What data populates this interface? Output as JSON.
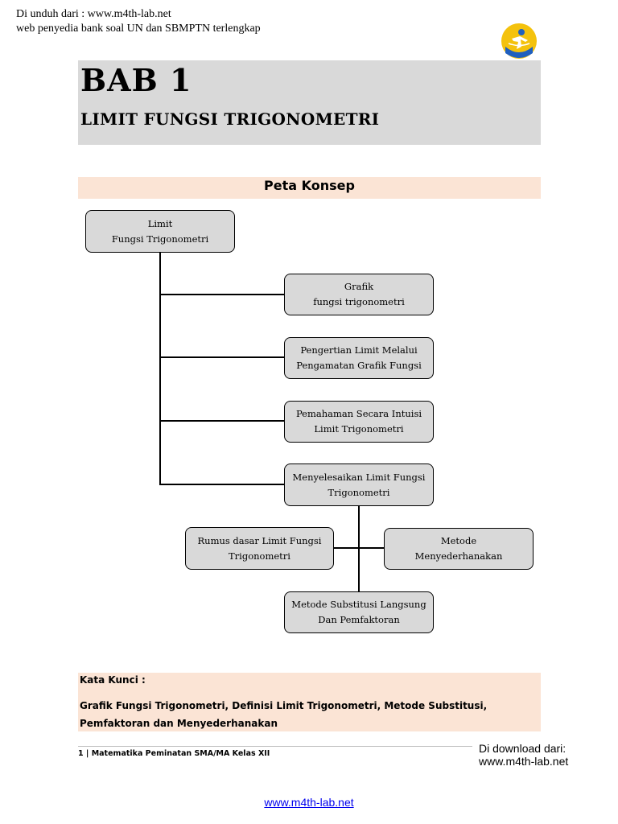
{
  "header": {
    "line1": "Di unduh dari : www.m4th-lab.net",
    "line2": "web penyedia bank soal UN dan SBMPTN terlengkap"
  },
  "logo": {
    "icon": "education-emblem-icon"
  },
  "chapter": {
    "number": "BAB 1",
    "title": "LIMIT FUNGSI TRIGONOMETRI"
  },
  "concept_map": {
    "heading": "Peta Konsep",
    "nodes": {
      "root": [
        "Limit",
        "Fungsi Trigonometri"
      ],
      "grafik": [
        "Grafik",
        "fungsi trigonometri"
      ],
      "pengertian": [
        "Pengertian Limit Melalui",
        "Pengamatan Grafik Fungsi"
      ],
      "pemahaman": [
        "Pemahaman Secara Intuisi",
        "Limit Trigonometri"
      ],
      "menyelesaikan": [
        "Menyelesaikan Limit Fungsi",
        "Trigonometri"
      ],
      "rumus": [
        "Rumus dasar Limit Fungsi",
        "Trigonometri"
      ],
      "metode": [
        "Metode",
        "Menyederhanakan"
      ],
      "substitusi": [
        "Metode Substitusi Langsung",
        "Dan Pemfaktoran"
      ]
    }
  },
  "keywords": {
    "label": "Kata Kunci :",
    "text": "Grafik Fungsi Trigonometri, Definisi Limit Trigonometri, Metode Substitusi, Pemfaktoran dan Menyederhanakan"
  },
  "footer": {
    "text": "1 | Matematika Peminatan SMA/MA Kelas XII",
    "download_label": "Di download dari:",
    "download_url": "www.m4th-lab.net",
    "site_link": "www.m4th-lab.net"
  },
  "colors": {
    "title_band": "#d9d9d9",
    "accent_band": "#fbe4d5",
    "node_fill": "#d9d9d9",
    "link": "#0000ee"
  }
}
